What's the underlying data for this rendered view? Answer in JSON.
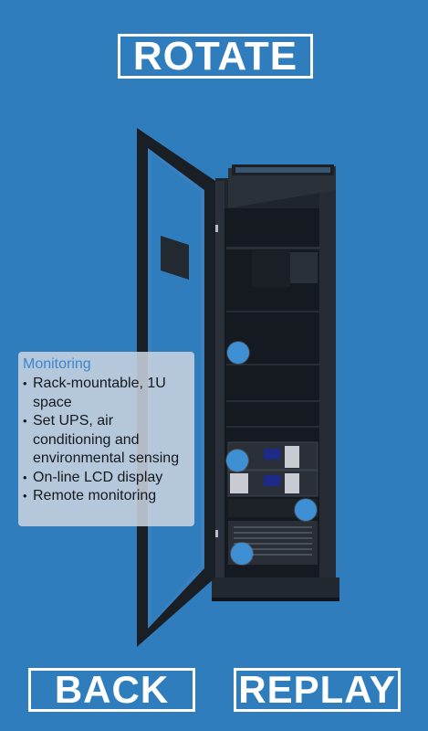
{
  "buttons": {
    "rotate": "ROTATE",
    "back": "BACK",
    "replay": "REPLAY"
  },
  "info_panel": {
    "title": "Monitoring",
    "bullet": "•",
    "items": [
      "Rack-mountable, 1U space",
      "Set UPS, air conditioning and environmental sensing",
      "On-line LCD display",
      "Remote monitoring"
    ]
  },
  "colors": {
    "background": "#2f7dbd",
    "hotspot": "#3f8fd4",
    "panel_title": "#3a86cf"
  }
}
